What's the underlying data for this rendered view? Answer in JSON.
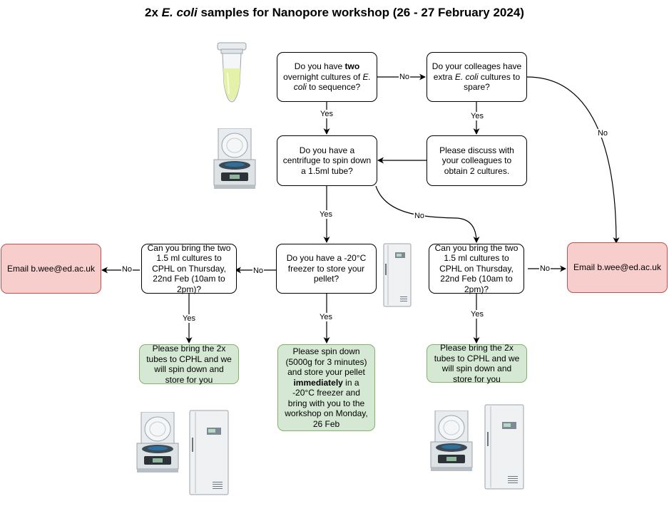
{
  "title": {
    "prefix": "2x ",
    "italic": "E. coli",
    "suffix": " samples for Nanopore workshop (26 - 27 February 2024)"
  },
  "nodes": {
    "q_two_cultures": {
      "pre": "Do you have ",
      "bold": "two",
      "mid": " overnight cultures of ",
      "italic": "E. coli",
      "post": " to sequence?"
    },
    "q_colleagues": {
      "pre": "Do your colleages have extra ",
      "italic": "E. coli",
      "post": " cultures to spare?"
    },
    "discuss": "Please discuss with your colleagues to obtain 2 cultures.",
    "q_centrifuge": "Do you have a centrifuge to spin down a 1.5ml tube?",
    "q_freezer": "Do you have a -20°C freezer to store your pellet?",
    "q_bring_left": "Can you bring the two 1.5 ml cultures to CPHL on Thursday, 22nd Feb (10am to 2pm)?",
    "q_bring_right": "Can you bring the two 1.5 ml cultures to CPHL on Thursday, 22nd Feb (10am to 2pm)?",
    "email_left": "Email b.wee@ed.ac.uk",
    "email_right": "Email b.wee@ed.ac.uk",
    "bring_left": "Please bring the 2x tubes to CPHL and we will spin down and store for you",
    "bring_right": "Please bring the 2x tubes to CPHL and we will spin down and store for you",
    "spin_down": {
      "pre": "Please spin down (5000g for 3 minutes) and store your pellet ",
      "bold": "immediately",
      "post": " in a -20°C freezer and bring with you to the workshop on Monday, 26 Feb"
    }
  },
  "edge_labels": {
    "no_two_to_colleagues": "No",
    "yes_two_to_centrifuge": "Yes",
    "yes_colleagues_to_discuss": "Yes",
    "no_colleagues_to_email": "No",
    "yes_centrifuge_to_freezer": "Yes",
    "no_centrifuge_to_bring_right": "No",
    "no_freezer_to_bring_left": "No",
    "no_bring_left_to_email": "No",
    "yes_freezer_to_spin": "Yes",
    "yes_bring_left_to_bring": "Yes",
    "no_bring_right_to_email": "No",
    "yes_bring_right_to_bring": "Yes"
  },
  "colors": {
    "email_fill": "#f8cecc",
    "email_border": "#b85450",
    "action_fill": "#d5e8d4",
    "action_border": "#82b366"
  },
  "icons": [
    "tube-icon",
    "centrifuge-icon",
    "freezer-icon"
  ]
}
